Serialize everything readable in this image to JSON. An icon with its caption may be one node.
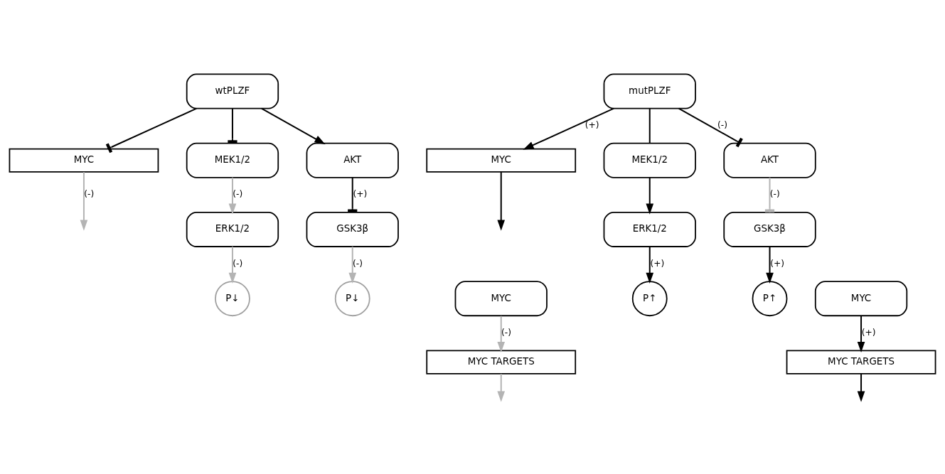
{
  "diagram": {
    "nodes": [
      {
        "text": [
          "MYC"
        ]
      },
      {
        "text": [
          "wtPLZF"
        ]
      },
      {
        "text": [
          "MEK1/2"
        ]
      },
      {
        "text": [
          "AKT"
        ]
      },
      {
        "text": [
          "ERK1/2"
        ]
      },
      {
        "text": [
          "GSK3β"
        ]
      },
      {
        "text": [
          "MYC"
        ]
      },
      {
        "text": [
          "P↓"
        ]
      },
      {
        "text": [
          "P↓"
        ]
      },
      {
        "text": [
          "MYC TARGETS"
        ]
      },
      {
        "text": [
          "MYC"
        ]
      },
      {
        "text": [
          "mutPLZF"
        ]
      },
      {
        "text": [
          "MEK1/2"
        ]
      },
      {
        "text": [
          "AKT"
        ]
      },
      {
        "text": [
          "ERK1/2"
        ]
      },
      {
        "text": [
          "GSK3β"
        ]
      },
      {
        "text": [
          "MYC"
        ]
      },
      {
        "text": [
          "P↑"
        ]
      },
      {
        "text": [
          "P↑"
        ]
      },
      {
        "text": [
          "MYC TARGETS"
        ]
      }
    ],
    "edges": [
      {
        "from": 0,
        "to": null,
        "arrow": "to",
        "label": "(-)",
        "color": "#b4b4b4"
      },
      {
        "from": 1,
        "to": 0,
        "arrow": "other"
      },
      {
        "from": 1,
        "to": 2,
        "arrow": "other"
      },
      {
        "from": 1,
        "to": 3,
        "arrow": "to"
      },
      {
        "from": 2,
        "to": 4,
        "arrow": "to",
        "label": "(-)",
        "color": "#b4b4b4"
      },
      {
        "from": 3,
        "to": 5,
        "arrow": "other",
        "label": "(+)"
      },
      {
        "from": 4,
        "to": 7,
        "arrow": "to",
        "label": "(-)",
        "color": "#b4b4b4"
      },
      {
        "from": 5,
        "to": 8,
        "arrow": "to",
        "label": "(-)",
        "color": "#b4b4b4"
      },
      {
        "from": 6,
        "to": 9,
        "arrow": "to",
        "label": "(-)",
        "color": "#b4b4b4"
      },
      {
        "from": 9,
        "to": null,
        "arrow": "to",
        "color": "#b4b4b4"
      },
      {
        "from": 10,
        "to": null,
        "arrow": "to"
      },
      {
        "from": 11,
        "to": 10,
        "arrow": "to",
        "label": "(+)"
      },
      {
        "from": 11,
        "to": 12,
        "arrow": "none"
      },
      {
        "from": 11,
        "to": 13,
        "arrow": "other",
        "label": "(-)"
      },
      {
        "from": 12,
        "to": 14,
        "arrow": "to"
      },
      {
        "from": 13,
        "to": 15,
        "arrow": "other",
        "label": "(-)",
        "color": "#b4b4b4"
      },
      {
        "from": 14,
        "to": 17,
        "arrow": "to",
        "label": "(+)"
      },
      {
        "from": 15,
        "to": 18,
        "arrow": "to",
        "label": "(+)"
      },
      {
        "from": 16,
        "to": 19,
        "arrow": "to",
        "label": "(+)"
      },
      {
        "from": 19,
        "to": null,
        "arrow": "to"
      }
    ]
  }
}
